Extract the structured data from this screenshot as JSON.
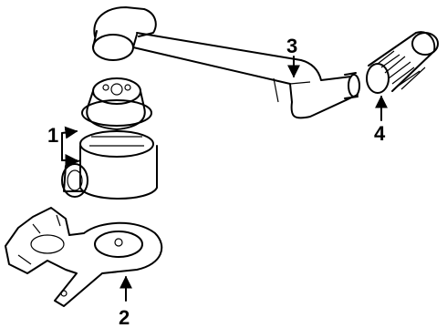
{
  "callouts": {
    "c1": "1",
    "c2": "2",
    "c3": "3",
    "c4": "4"
  },
  "parts": [
    {
      "callout": "1",
      "icon": "air-cleaner-assembly-icon"
    },
    {
      "callout": "2",
      "icon": "mounting-bracket-icon"
    },
    {
      "callout": "3",
      "icon": "intake-duct-icon"
    },
    {
      "callout": "4",
      "icon": "corrugated-hose-icon"
    }
  ]
}
